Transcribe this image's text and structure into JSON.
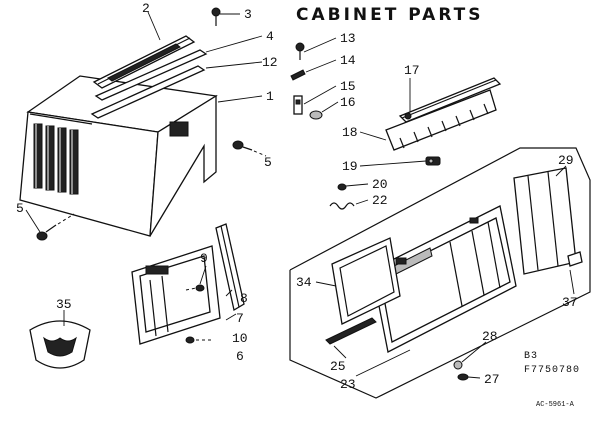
{
  "title": "CABINET PARTS",
  "model_code": "B3",
  "part_code": "F7750780",
  "drawing_number": "AC-5961-A",
  "callouts": {
    "c1": "1",
    "c2": "2",
    "c3": "3",
    "c4": "4",
    "c5a": "5",
    "c5b": "5",
    "c6": "6",
    "c7": "7",
    "c8": "8",
    "c9": "9",
    "c10": "10",
    "c12": "12",
    "c13": "13",
    "c14": "14",
    "c15": "15",
    "c16": "16",
    "c17": "17",
    "c18": "18",
    "c19": "19",
    "c20": "20",
    "c22": "22",
    "c23": "23",
    "c25": "25",
    "c27": "27",
    "c28": "28",
    "c29": "29",
    "c34": "34",
    "c35": "35",
    "c37": "37"
  }
}
